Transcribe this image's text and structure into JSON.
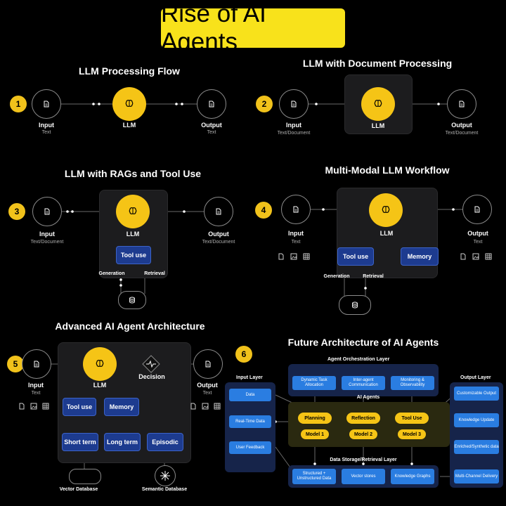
{
  "main_title": "Rise of AI Agents",
  "s1": {
    "num": "1",
    "title": "LLM Processing Flow",
    "input": "Input",
    "input_sub": "Text",
    "llm": "LLM",
    "output": "Output",
    "output_sub": "Text"
  },
  "s2": {
    "num": "2",
    "title": "LLM with Document Processing",
    "input": "Input",
    "input_sub": "Text/Document",
    "llm": "LLM",
    "output": "Output",
    "output_sub": "Text/Document"
  },
  "s3": {
    "num": "3",
    "title": "LLM with RAGs and Tool Use",
    "input": "Input",
    "input_sub": "Text/Document",
    "llm": "LLM",
    "output": "Output",
    "output_sub": "Text/Document",
    "tool": "Tool use",
    "gen": "Generation",
    "ret": "Retrieval"
  },
  "s4": {
    "num": "4",
    "title": "Multi-Modal LLM Workflow",
    "input": "Input",
    "input_sub": "Text",
    "llm": "LLM",
    "output": "Output",
    "output_sub": "Text",
    "tool": "Tool use",
    "memory": "Memory",
    "gen": "Generation",
    "ret": "Retrieval"
  },
  "s5": {
    "num": "5",
    "title": "Advanced AI Agent Architecture",
    "input": "Input",
    "input_sub": "Text",
    "llm": "LLM",
    "output": "Output",
    "output_sub": "Text",
    "decision": "Decision",
    "tool": "Tool use",
    "memory": "Memory",
    "short": "Short term",
    "long": "Long term",
    "episodic": "Episodic",
    "vdb": "Vector Database",
    "sdb": "Semantic Database"
  },
  "s6": {
    "num": "6",
    "title": "Future Architecture of AI Agents",
    "orch": "Agent Orchestration Layer",
    "orch_items": [
      "Dynamic Task Allocation",
      "Inter-agent Communication",
      "Monitoring & Observability"
    ],
    "agents": "AI Agents",
    "agent_items": [
      "Planning",
      "Reflection",
      "Tool Use"
    ],
    "models": [
      "Model 1",
      "Model 2",
      "Model 3"
    ],
    "input_layer": "Input Layer",
    "input_items": [
      "Data",
      "Real-Time Data",
      "User Feedback"
    ],
    "output_layer": "Output Layer",
    "output_items": [
      "Customizable Output",
      "Knowledge Update",
      "Enriched/Synthetic data",
      "Multi-Channel Delivery"
    ],
    "storage": "Data Storage/Retrieval Layer",
    "storage_items": [
      "Structured + Unstructured Data",
      "Vector stores",
      "Knowledge Graphs"
    ]
  },
  "colors": {
    "yellow": "#f5c416",
    "navy": "#1d3b8f",
    "blue": "#2a7de1"
  }
}
